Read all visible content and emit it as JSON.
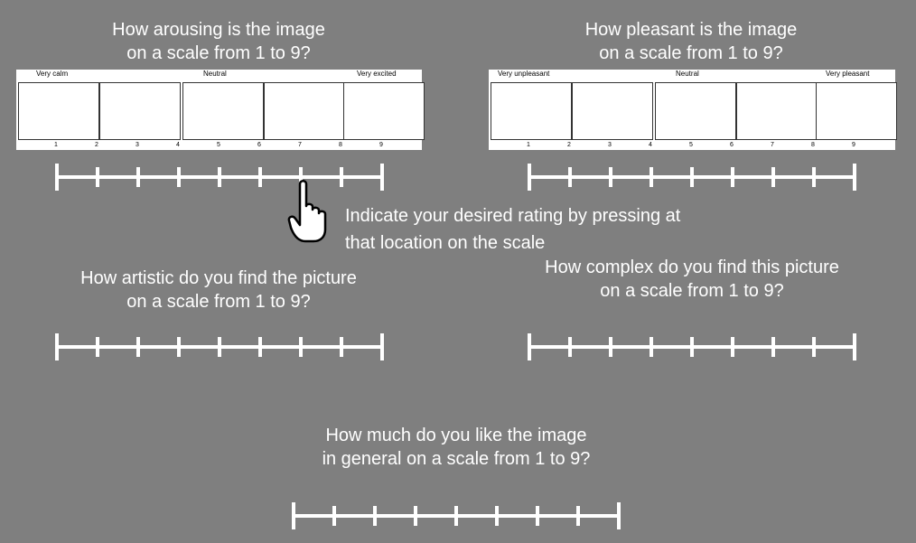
{
  "questions": [
    {
      "id": "arousal",
      "line1": "How arousing is the image",
      "line2": "on a scale from 1 to 9?"
    },
    {
      "id": "valence",
      "line1": "How pleasant is the image",
      "line2": "on a scale from 1 to 9?"
    },
    {
      "id": "artistic",
      "line1": "How artistic do you find the picture",
      "line2": "on a scale from 1 to 9?"
    },
    {
      "id": "complexity",
      "line1": "How complex do you find this picture",
      "line2": "on a scale from 1 to 9?"
    },
    {
      "id": "liking",
      "line1": "How much do you like the image",
      "line2": "in general on a scale from 1 to 9?"
    }
  ],
  "sam_arousal": {
    "anchors": [
      "Very calm",
      "Neutral",
      "Very excited"
    ],
    "numbers": [
      "1",
      "2",
      "3",
      "4",
      "5",
      "6",
      "7",
      "8",
      "9"
    ]
  },
  "sam_valence": {
    "anchors": [
      "Very unpleasant",
      "Neutral",
      "Very pleasant"
    ],
    "numbers": [
      "1",
      "2",
      "3",
      "4",
      "5",
      "6",
      "7",
      "8",
      "9"
    ]
  },
  "hint": {
    "line1": "Indicate your desired rating by pressing at",
    "line2": "that location on the scale",
    "icon": "pointing-hand-icon"
  },
  "colors": {
    "background": "#7f7f7f",
    "text": "#ffffff"
  }
}
